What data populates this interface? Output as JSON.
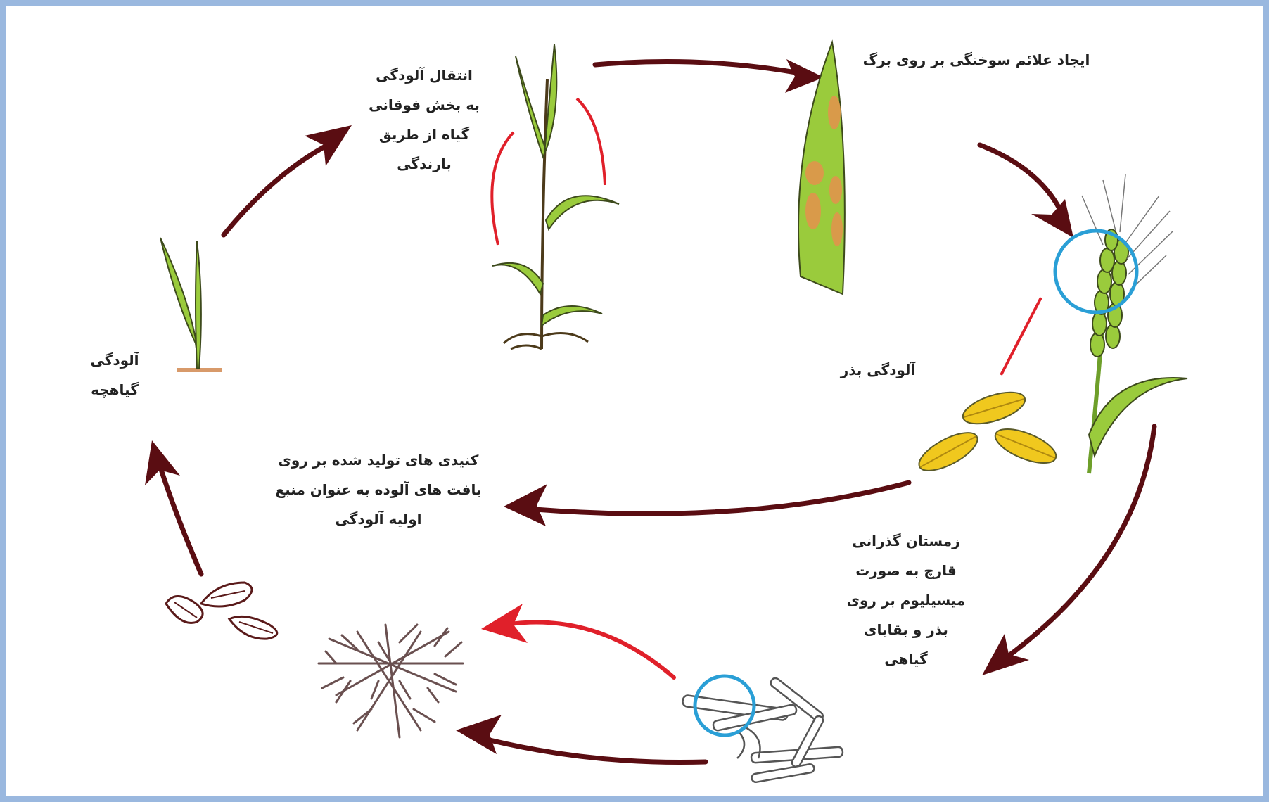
{
  "labels": {
    "rain_transfer": [
      "انتقال آلودگی",
      "به بخش فوقانی",
      "گیاه از طریق",
      "بارندگی"
    ],
    "leaf_symptoms": [
      "ایجاد علائم سوختگی بر روی برگ"
    ],
    "seed_infection": [
      "آلودگی بذر"
    ],
    "seedling_infection": [
      "آلودگی",
      "گیاهچه"
    ],
    "conidia_source": [
      "کنیدی های تولید شده بر روی",
      "بافت های آلوده به عنوان منبع",
      "اولیه آلودگی"
    ],
    "overwintering": [
      "زمستان گذرانی",
      "قارچ به صورت",
      "میسیلیوم بر روی",
      "بذر و بقایای",
      "گیاهی"
    ]
  },
  "colors": {
    "arrow": "#5a0d12",
    "red_arrow": "#e0202a",
    "highlight_circle": "#2a9fd6",
    "leaf_green": "#9acb3c",
    "leaf_dark": "#3d4a1c",
    "lesion": "#d99a4a",
    "seed_yellow": "#f0c81e",
    "frame_border": "#9ab8df"
  },
  "icons": [
    "seedling-icon",
    "young-plant-icon",
    "infected-leaf-icon",
    "wheat-head-icon",
    "seeds-icon",
    "plant-debris-icon",
    "mycelium-icon",
    "conidia-icon"
  ]
}
